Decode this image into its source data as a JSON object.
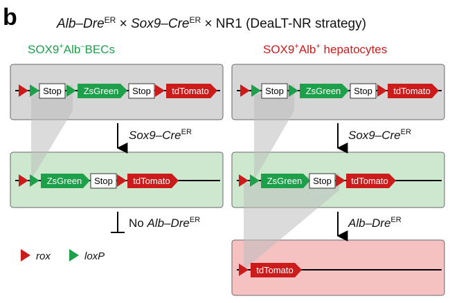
{
  "panel_letter": "b",
  "title": {
    "part1": "Alb–Dre",
    "sup1": "ER",
    "times1": " × ",
    "part2": "Sox9–Cre",
    "sup2": "ER",
    "rest": " × NR1 (DeaLT-NR strategy)"
  },
  "left_header": {
    "pre": "SOX9",
    "sup1": "+",
    "mid": "Alb",
    "sup2": "–",
    "post": "BECs"
  },
  "right_header": {
    "pre": "SOX9",
    "sup1": "+",
    "mid": "Alb",
    "sup2": "+",
    "post": " hepatocytes"
  },
  "labels": {
    "stop": "Stop",
    "zsgreen": "ZsGreen",
    "tdtomato": "tdTomato"
  },
  "steps": {
    "sox9_left": {
      "main": "Sox9–Cre",
      "sup": "ER"
    },
    "sox9_right": {
      "main": "Sox9–Cre",
      "sup": "ER"
    },
    "no_alb": {
      "pre": "No ",
      "main": "Alb–Dre",
      "sup": "ER"
    },
    "alb_right": {
      "main": "Alb–Dre",
      "sup": "ER"
    }
  },
  "legend": {
    "rox": "rox",
    "loxp": "loxP"
  },
  "colors": {
    "green": "#1ea04a",
    "red": "#cc1b1b",
    "box_gray": "#d6d6d6",
    "box_green": "#cde8cf",
    "box_red": "#f6c1c1",
    "stop_fill": "#ffffff",
    "line": "#000000"
  }
}
